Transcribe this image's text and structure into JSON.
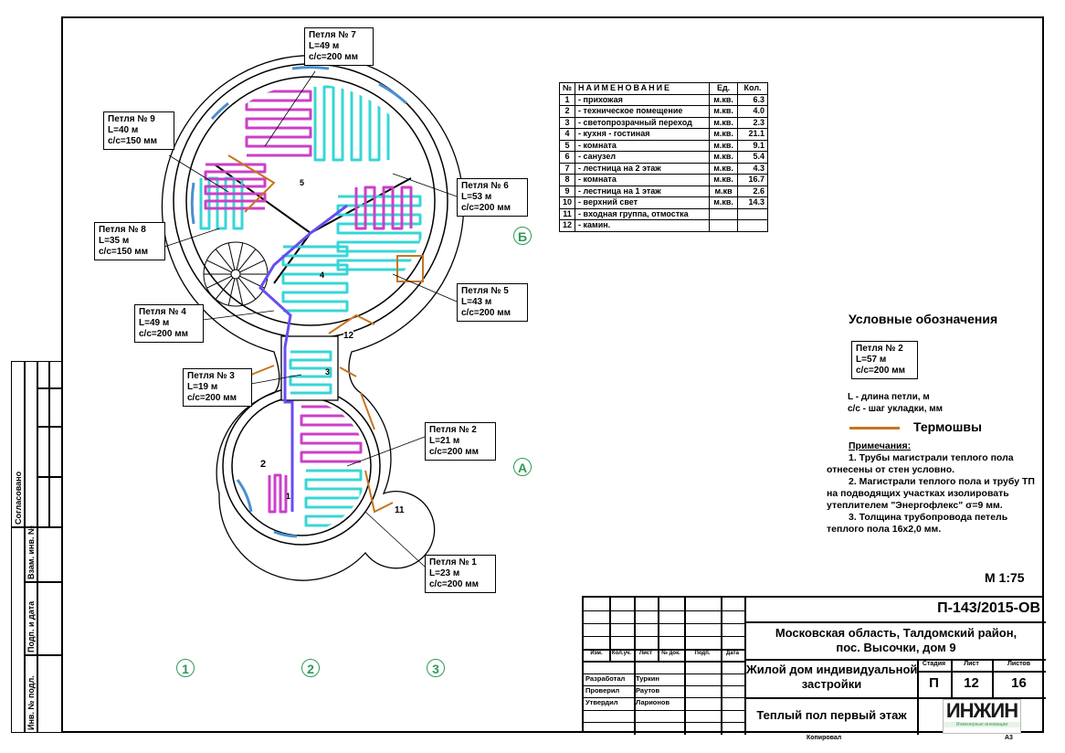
{
  "spec_table": {
    "headers": {
      "num": "№",
      "name": "НАИМЕНОВАНИЕ",
      "unit": "Ед.",
      "qty": "Кол."
    },
    "rows": [
      {
        "num": "1",
        "name": "- прихожая",
        "unit": "м.кв.",
        "qty": "6.3"
      },
      {
        "num": "2",
        "name": "- техническое помещение",
        "unit": "м.кв.",
        "qty": "4.0"
      },
      {
        "num": "3",
        "name": "- светопрозрачный переход",
        "unit": "м.кв.",
        "qty": "2.3"
      },
      {
        "num": "4",
        "name": "- кухня - гостиная",
        "unit": "м.кв.",
        "qty": "21.1"
      },
      {
        "num": "5",
        "name": "- комната",
        "unit": "м.кв.",
        "qty": "9.1"
      },
      {
        "num": "6",
        "name": "- санузел",
        "unit": "м.кв.",
        "qty": "5.4"
      },
      {
        "num": "7",
        "name": "- лестница на 2 этаж",
        "unit": "м.кв.",
        "qty": "4.3"
      },
      {
        "num": "8",
        "name": "- комната",
        "unit": "м.кв.",
        "qty": "16.7"
      },
      {
        "num": "9",
        "name": "- лестница на 1 этаж",
        "unit": "м.кв",
        "qty": "2.6"
      },
      {
        "num": "10",
        "name": "- верхний свет",
        "unit": "м.кв.",
        "qty": "14.3"
      },
      {
        "num": "11",
        "name": "- входная группа, отмостка",
        "unit": "",
        "qty": ""
      },
      {
        "num": "12",
        "name": "- камин.",
        "unit": "",
        "qty": ""
      }
    ]
  },
  "loops": [
    {
      "title": "Петля № 7",
      "length": "L=49 м",
      "step": "c/c=200 мм"
    },
    {
      "title": "Петля № 9",
      "length": "L=40 м",
      "step": "c/c=150 мм"
    },
    {
      "title": "Петля № 6",
      "length": "L=53 м",
      "step": "c/c=200 мм"
    },
    {
      "title": "Петля № 8",
      "length": "L=35 м",
      "step": "c/c=150 мм"
    },
    {
      "title": "Петля № 5",
      "length": "L=43 м",
      "step": "c/c=200 мм"
    },
    {
      "title": "Петля № 4",
      "length": "L=49 м",
      "step": "c/c=200 мм"
    },
    {
      "title": "Петля № 3",
      "length": "L=19 м",
      "step": "c/c=200 мм"
    },
    {
      "title": "Петля № 2",
      "length": "L=21 м",
      "step": "c/c=200 мм"
    },
    {
      "title": "Петля № 1",
      "length": "L=23 м",
      "step": "c/c=200 мм"
    }
  ],
  "room_numbers": [
    "5",
    "4",
    "12",
    "3",
    "2",
    "1",
    "11"
  ],
  "axes": {
    "b": "Б",
    "a": "А",
    "n1": "1",
    "n2": "2",
    "n3": "3"
  },
  "legend": {
    "title": "Условные обозначения",
    "sample": {
      "title": "Петля № 2",
      "length": "L=57 м",
      "step": "c/c=200 мм"
    },
    "explain_l": "L - длина петли, м",
    "explain_cc": "c/c - шаг укладки, мм",
    "thermo_label": "Термошвы",
    "thermo_color": "#c8741e"
  },
  "notes": {
    "heading": "Примечания:",
    "n1": "1. Трубы магистрали теплого пола отнесены от стен условно.",
    "n2": "2. Магистрали теплого пола и трубу ТП на подводящих участках изолировать утеплителем \"Энергофлекс\" σ=9 мм.",
    "n3": "3. Толщина трубопровода петель теплого пола 16х2,0 мм."
  },
  "scale": "М 1:75",
  "stamp_left": {
    "agreed": "Согласовано",
    "inv_repl": "Взам. инв. №",
    "sign_date": "Подп. и дата",
    "inv_orig": "Инв. № подл."
  },
  "title_block": {
    "code": "П-143/2015-ОВ",
    "address_1": "Московская область, Талдомский район,",
    "address_2": "пос. Высочки, дом 9",
    "object_1": "Жилой дом индивидуальной",
    "object_2": "застройки",
    "sheet_title": "Теплый пол первый этаж",
    "col_headers": [
      "Изм.",
      "Кол.уч.",
      "Лист",
      "№ док.",
      "Подп.",
      "Дата"
    ],
    "stage_label": "Стадия",
    "sheet_label": "Лист",
    "sheets_label": "Листов",
    "stage": "П",
    "sheet": "12",
    "sheets": "16",
    "roles": [
      {
        "role": "Разработал",
        "name": "Туркин"
      },
      {
        "role": "Проверил",
        "name": "Раутов"
      },
      {
        "role": "Утвердил",
        "name": "Ларионов"
      }
    ],
    "logo": "ИНЖИН",
    "logo_sub": "Инженерные инновации",
    "copied": "Копировал",
    "format": "А3"
  },
  "colors": {
    "pipe_a": "#38d6d6",
    "pipe_b": "#cc3fc8",
    "main": "#6a4cf0",
    "thermo": "#c8741e",
    "axis": "#2e9a57"
  }
}
